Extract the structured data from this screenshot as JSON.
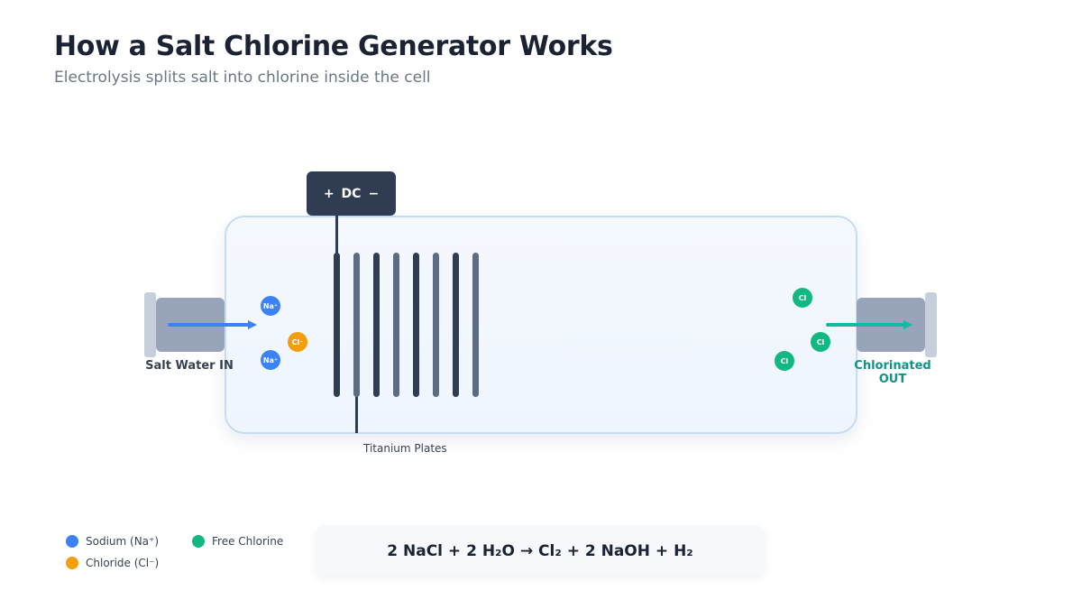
{
  "title": "How a Salt Chlorine Generator Works",
  "subtitle": "Electrolysis splits salt into chlorine inside the cell",
  "power": {
    "plus": "+",
    "label": "DC",
    "minus": "−"
  },
  "inlet": {
    "label": "Salt Water IN",
    "color": "#3b82f6"
  },
  "outlet": {
    "label_line1": "Chlorinated",
    "label_line2": "OUT",
    "color": "#14b8a6",
    "label_color": "#0f9488"
  },
  "ions": {
    "sodium": "Na⁺",
    "chloride": "Cl⁻",
    "chlorine": "Cl"
  },
  "plates_label": "Titanium Plates",
  "legend": {
    "sodium": {
      "label": "Sodium (Na⁺)",
      "color": "#3b82f6"
    },
    "chloride": {
      "label": "Chloride (Cl⁻)",
      "color": "#f59e0b"
    },
    "chlorine": {
      "label": "Free Chlorine",
      "color": "#10b981"
    }
  },
  "equation": "2 NaCl + 2 H₂O  →  Cl₂ + 2 NaOH + H₂"
}
